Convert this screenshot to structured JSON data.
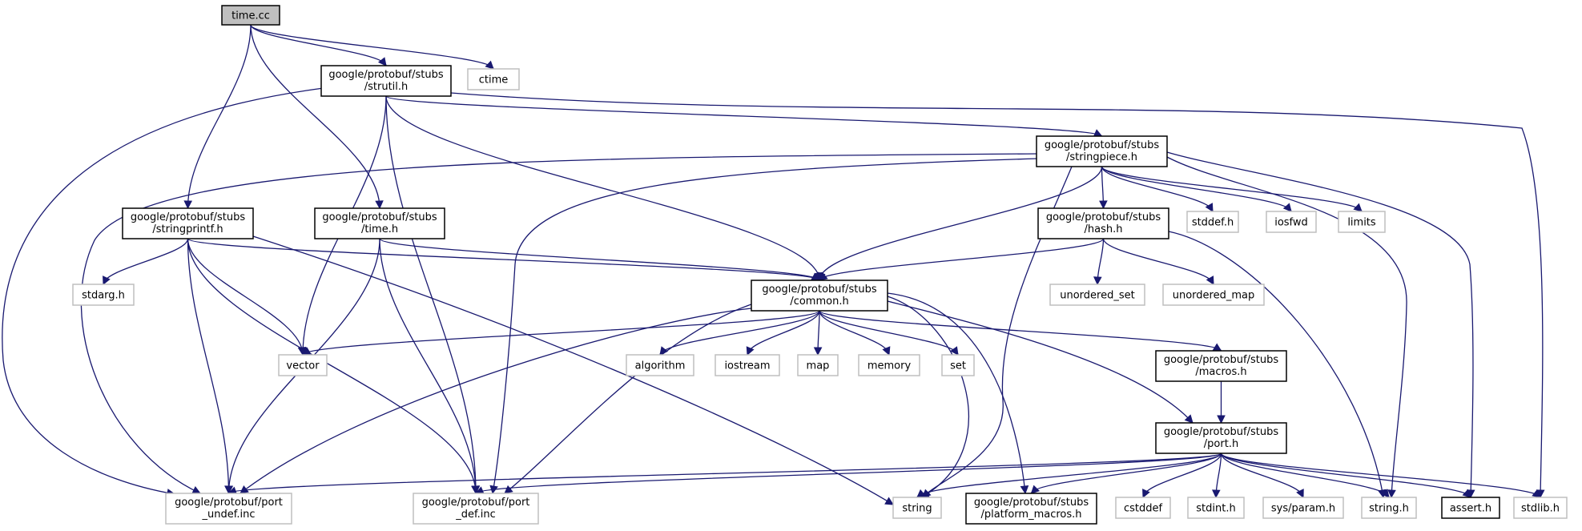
{
  "colors": {
    "edge": "#191970",
    "documented_border": "#000000",
    "undocumented_border": "#bfbfbf",
    "root_fill": "#bfbfbf"
  },
  "nodes": [
    {
      "id": "time_cc",
      "lines": [
        "time.cc"
      ],
      "style": "root"
    },
    {
      "id": "strutil",
      "lines": [
        "google/protobuf/stubs",
        "/strutil.h"
      ],
      "style": "doc"
    },
    {
      "id": "ctime",
      "lines": [
        "ctime"
      ],
      "style": "sys"
    },
    {
      "id": "stringpiece",
      "lines": [
        "google/protobuf/stubs",
        "/stringpiece.h"
      ],
      "style": "doc"
    },
    {
      "id": "stringprintf",
      "lines": [
        "google/protobuf/stubs",
        "/stringprintf.h"
      ],
      "style": "doc"
    },
    {
      "id": "time_h",
      "lines": [
        "google/protobuf/stubs",
        "/time.h"
      ],
      "style": "doc"
    },
    {
      "id": "hash",
      "lines": [
        "google/protobuf/stubs",
        "/hash.h"
      ],
      "style": "doc"
    },
    {
      "id": "stddef",
      "lines": [
        "stddef.h"
      ],
      "style": "sys"
    },
    {
      "id": "iosfwd",
      "lines": [
        "iosfwd"
      ],
      "style": "sys"
    },
    {
      "id": "limits",
      "lines": [
        "limits"
      ],
      "style": "sys"
    },
    {
      "id": "stdarg",
      "lines": [
        "stdarg.h"
      ],
      "style": "sys"
    },
    {
      "id": "common",
      "lines": [
        "google/protobuf/stubs",
        "/common.h"
      ],
      "style": "doc"
    },
    {
      "id": "unordered_set",
      "lines": [
        "unordered_set"
      ],
      "style": "sys"
    },
    {
      "id": "unordered_map",
      "lines": [
        "unordered_map"
      ],
      "style": "sys"
    },
    {
      "id": "vector",
      "lines": [
        "vector"
      ],
      "style": "sys"
    },
    {
      "id": "algorithm",
      "lines": [
        "algorithm"
      ],
      "style": "sys"
    },
    {
      "id": "iostream",
      "lines": [
        "iostream"
      ],
      "style": "sys"
    },
    {
      "id": "map",
      "lines": [
        "map"
      ],
      "style": "sys"
    },
    {
      "id": "memory",
      "lines": [
        "memory"
      ],
      "style": "sys"
    },
    {
      "id": "set",
      "lines": [
        "set"
      ],
      "style": "sys"
    },
    {
      "id": "macros",
      "lines": [
        "google/protobuf/stubs",
        "/macros.h"
      ],
      "style": "doc"
    },
    {
      "id": "port",
      "lines": [
        "google/protobuf/stubs",
        "/port.h"
      ],
      "style": "doc"
    },
    {
      "id": "port_undef",
      "lines": [
        "google/protobuf/port",
        "_undef.inc"
      ],
      "style": "sys"
    },
    {
      "id": "port_def",
      "lines": [
        "google/protobuf/port",
        "_def.inc"
      ],
      "style": "sys"
    },
    {
      "id": "string",
      "lines": [
        "string"
      ],
      "style": "sys"
    },
    {
      "id": "platform_macros",
      "lines": [
        "google/protobuf/stubs",
        "/platform_macros.h"
      ],
      "style": "doc"
    },
    {
      "id": "cstddef",
      "lines": [
        "cstddef"
      ],
      "style": "sys"
    },
    {
      "id": "stdint",
      "lines": [
        "stdint.h"
      ],
      "style": "sys"
    },
    {
      "id": "sysparam",
      "lines": [
        "sys/param.h"
      ],
      "style": "sys"
    },
    {
      "id": "string_h",
      "lines": [
        "string.h"
      ],
      "style": "sys"
    },
    {
      "id": "assert",
      "lines": [
        "assert.h"
      ],
      "style": "doc"
    },
    {
      "id": "stdlib",
      "lines": [
        "stdlib.h"
      ],
      "style": "sys"
    }
  ],
  "edges": [
    [
      "time_cc",
      "strutil"
    ],
    [
      "time_cc",
      "ctime"
    ],
    [
      "time_cc",
      "stringprintf"
    ],
    [
      "time_cc",
      "time_h"
    ],
    [
      "strutil",
      "stringpiece"
    ],
    [
      "strutil",
      "port_undef"
    ],
    [
      "strutil",
      "vector"
    ],
    [
      "strutil",
      "port_def"
    ],
    [
      "strutil",
      "common"
    ],
    [
      "strutil",
      "stdlib"
    ],
    [
      "stringpiece",
      "port_undef"
    ],
    [
      "stringpiece",
      "port_def"
    ],
    [
      "stringpiece",
      "common"
    ],
    [
      "stringpiece",
      "string"
    ],
    [
      "stringpiece",
      "hash"
    ],
    [
      "stringpiece",
      "stddef"
    ],
    [
      "stringpiece",
      "iosfwd"
    ],
    [
      "stringpiece",
      "limits"
    ],
    [
      "stringpiece",
      "string_h"
    ],
    [
      "stringpiece",
      "assert"
    ],
    [
      "stringprintf",
      "stdarg"
    ],
    [
      "stringprintf",
      "port_undef"
    ],
    [
      "stringprintf",
      "vector"
    ],
    [
      "stringprintf",
      "port_def"
    ],
    [
      "stringprintf",
      "string"
    ],
    [
      "stringprintf",
      "common"
    ],
    [
      "time_h",
      "common"
    ],
    [
      "time_h",
      "port_undef"
    ],
    [
      "time_h",
      "port_def"
    ],
    [
      "hash",
      "common"
    ],
    [
      "hash",
      "unordered_set"
    ],
    [
      "hash",
      "unordered_map"
    ],
    [
      "hash",
      "string_h"
    ],
    [
      "common",
      "vector"
    ],
    [
      "common",
      "algorithm"
    ],
    [
      "common",
      "iostream"
    ],
    [
      "common",
      "map"
    ],
    [
      "common",
      "memory"
    ],
    [
      "common",
      "set"
    ],
    [
      "common",
      "macros"
    ],
    [
      "common",
      "port"
    ],
    [
      "common",
      "port_undef"
    ],
    [
      "common",
      "port_def"
    ],
    [
      "common",
      "string"
    ],
    [
      "common",
      "platform_macros"
    ],
    [
      "macros",
      "port"
    ],
    [
      "port",
      "port_undef"
    ],
    [
      "port",
      "port_def"
    ],
    [
      "port",
      "string"
    ],
    [
      "port",
      "platform_macros"
    ],
    [
      "port",
      "cstddef"
    ],
    [
      "port",
      "stdint"
    ],
    [
      "port",
      "sysparam"
    ],
    [
      "port",
      "string_h"
    ],
    [
      "port",
      "assert"
    ],
    [
      "port",
      "stdlib"
    ]
  ]
}
